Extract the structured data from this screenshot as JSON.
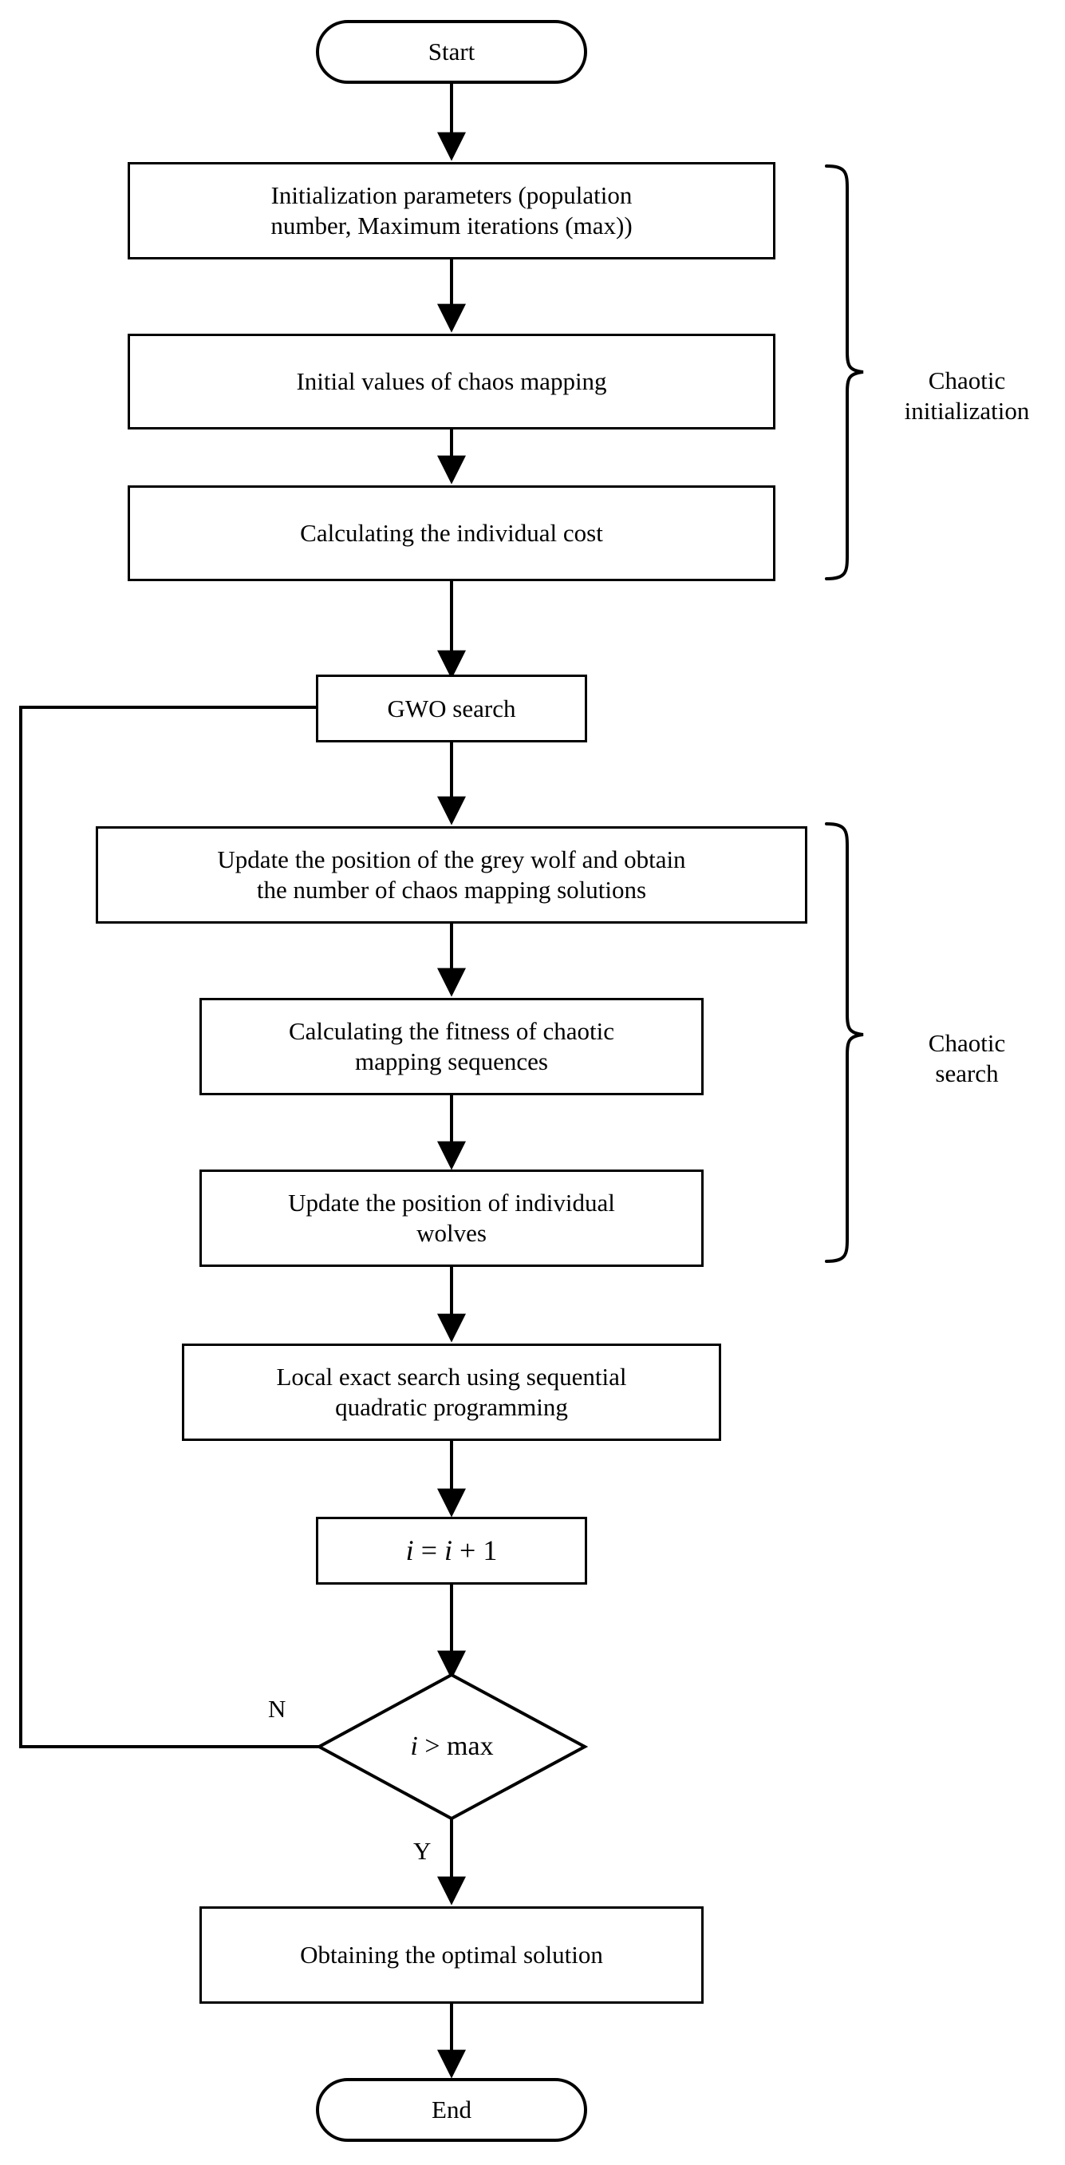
{
  "diagram": {
    "type": "flowchart",
    "title": "Chaotic Grey Wolf Optimizer flowchart",
    "background_color": "#ffffff",
    "line_color": "#000000",
    "nodes": [
      {
        "id": "start",
        "shape": "terminal",
        "label": "Start"
      },
      {
        "id": "init_params",
        "shape": "process",
        "label": "Initialization parameters (population\nnumber, Maximum iterations (max))"
      },
      {
        "id": "init_chaos",
        "shape": "process",
        "label": "Initial values of chaos mapping"
      },
      {
        "id": "calc_cost",
        "shape": "process",
        "label": "Calculating the individual cost"
      },
      {
        "id": "gwo_search",
        "shape": "process",
        "label": "GWO search"
      },
      {
        "id": "update_wolf",
        "shape": "process",
        "label": "Update the position of the grey wolf and obtain\nthe number of chaos mapping solutions"
      },
      {
        "id": "calc_fitness",
        "shape": "process",
        "label": "Calculating the fitness of chaotic\nmapping sequences"
      },
      {
        "id": "update_indiv",
        "shape": "process",
        "label": "Update the position of individual\nwolves"
      },
      {
        "id": "local_search",
        "shape": "process",
        "label": "Local exact search using sequential\nquadratic programming"
      },
      {
        "id": "increment",
        "shape": "process",
        "label": "i = i + 1",
        "math_parts": [
          "i",
          " = ",
          "i",
          " + 1"
        ]
      },
      {
        "id": "decision",
        "shape": "decision",
        "label": "i > max",
        "math_parts": [
          "i",
          " > ",
          "max"
        ]
      },
      {
        "id": "optimal",
        "shape": "process",
        "label": "Obtaining the optimal solution"
      },
      {
        "id": "end",
        "shape": "terminal",
        "label": "End"
      }
    ],
    "edge_labels": [
      {
        "id": "branch-no",
        "label": "N"
      },
      {
        "id": "branch-yes",
        "label": "Y"
      }
    ],
    "group_labels": [
      {
        "id": "chaotic-initialization",
        "label": "Chaotic\ninitialization"
      },
      {
        "id": "chaotic-search",
        "label": "Chaotic\nsearch"
      }
    ]
  }
}
